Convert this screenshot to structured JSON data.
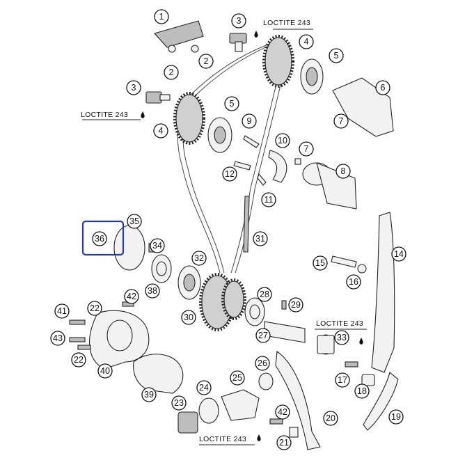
{
  "diagram": {
    "callouts": [
      {
        "id": "c1",
        "label": "1"
      },
      {
        "id": "c2a",
        "label": "2"
      },
      {
        "id": "c2b",
        "label": "2"
      },
      {
        "id": "c3a",
        "label": "3"
      },
      {
        "id": "c3b",
        "label": "3"
      },
      {
        "id": "c4a",
        "label": "4"
      },
      {
        "id": "c4b",
        "label": "4"
      },
      {
        "id": "c5a",
        "label": "5"
      },
      {
        "id": "c5b",
        "label": "5"
      },
      {
        "id": "c6",
        "label": "6"
      },
      {
        "id": "c7a",
        "label": "7"
      },
      {
        "id": "c7b",
        "label": "7"
      },
      {
        "id": "c8",
        "label": "8"
      },
      {
        "id": "c9",
        "label": "9"
      },
      {
        "id": "c10",
        "label": "10"
      },
      {
        "id": "c11",
        "label": "11"
      },
      {
        "id": "c12",
        "label": "12"
      },
      {
        "id": "c14",
        "label": "14"
      },
      {
        "id": "c15",
        "label": "15"
      },
      {
        "id": "c16",
        "label": "16"
      },
      {
        "id": "c17",
        "label": "17"
      },
      {
        "id": "c18",
        "label": "18"
      },
      {
        "id": "c19",
        "label": "19"
      },
      {
        "id": "c20",
        "label": "20"
      },
      {
        "id": "c21",
        "label": "21"
      },
      {
        "id": "c22a",
        "label": "22"
      },
      {
        "id": "c22b",
        "label": "22"
      },
      {
        "id": "c23",
        "label": "23"
      },
      {
        "id": "c24",
        "label": "24"
      },
      {
        "id": "c25",
        "label": "25"
      },
      {
        "id": "c26",
        "label": "26"
      },
      {
        "id": "c27",
        "label": "27"
      },
      {
        "id": "c28",
        "label": "28"
      },
      {
        "id": "c29",
        "label": "29"
      },
      {
        "id": "c30",
        "label": "30"
      },
      {
        "id": "c31",
        "label": "31"
      },
      {
        "id": "c32",
        "label": "32"
      },
      {
        "id": "c33",
        "label": "33"
      },
      {
        "id": "c34",
        "label": "34"
      },
      {
        "id": "c35",
        "label": "35"
      },
      {
        "id": "c36",
        "label": "36"
      },
      {
        "id": "c38",
        "label": "38"
      },
      {
        "id": "c39",
        "label": "39"
      },
      {
        "id": "c40",
        "label": "40"
      },
      {
        "id": "c41",
        "label": "41"
      },
      {
        "id": "c42a",
        "label": "42"
      },
      {
        "id": "c42b",
        "label": "42"
      },
      {
        "id": "c43",
        "label": "43"
      }
    ],
    "loctite_labels": [
      {
        "id": "l1",
        "text": "LOCTITE 243"
      },
      {
        "id": "l2",
        "text": "LOCTITE 243"
      },
      {
        "id": "l3",
        "text": "LOCTITE 243"
      },
      {
        "id": "l4",
        "text": "LOCTITE 243"
      }
    ],
    "highlight": {
      "target": "36",
      "color": "#2a3aa8"
    }
  }
}
